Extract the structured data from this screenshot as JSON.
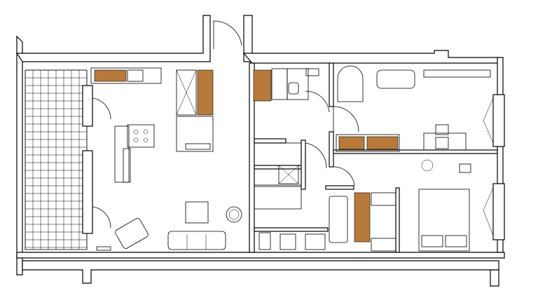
{
  "plan": {
    "colors": {
      "line": "#000000",
      "background": "#ffffff",
      "wood": "#b87a3a"
    },
    "rooms": [
      "balcony",
      "living-kitchen",
      "bathroom",
      "wc",
      "hall",
      "bedroom",
      "study"
    ]
  }
}
